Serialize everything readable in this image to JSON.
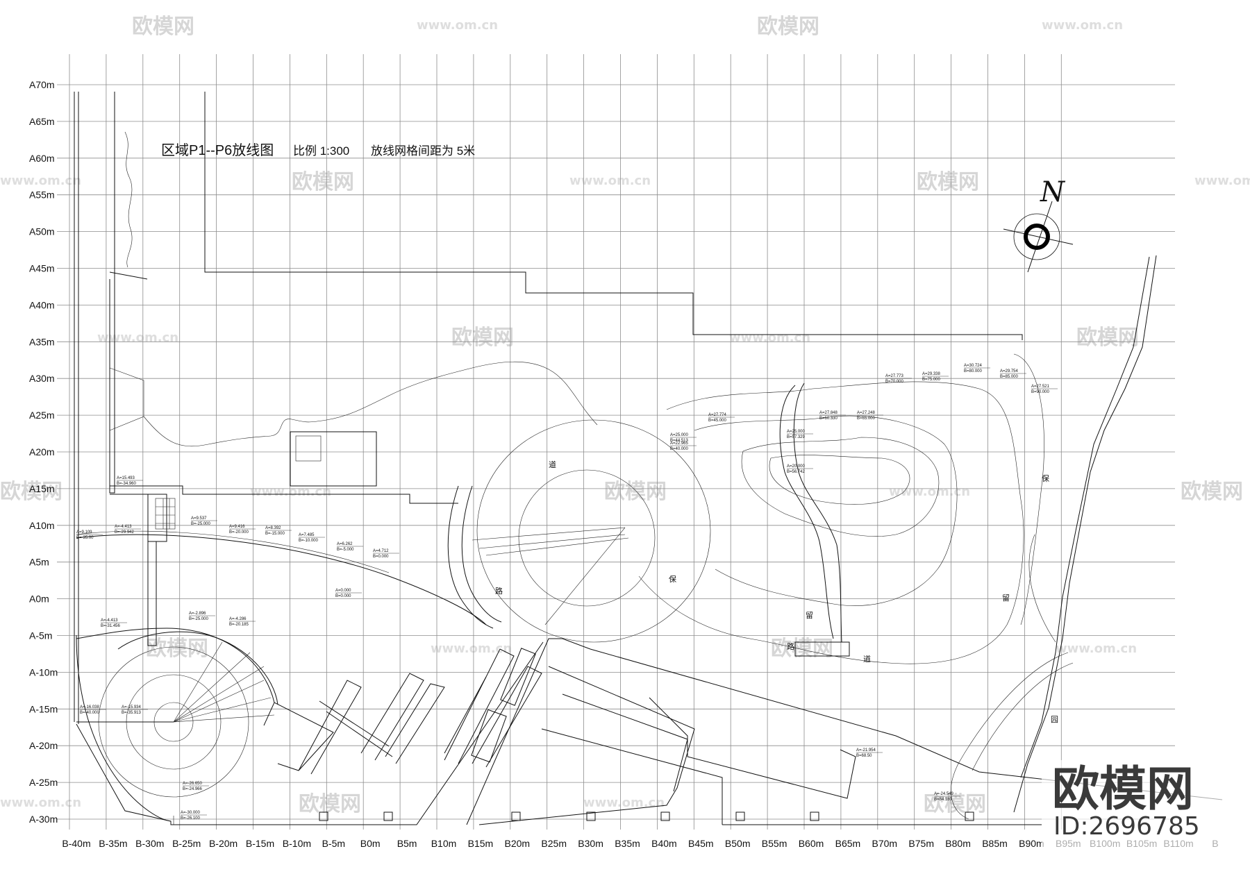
{
  "title": "区域P1--P6放线图",
  "scale": "比例  1:300",
  "grid_note": "放线网格间距为 5米",
  "north_label": "N",
  "row_labels": [
    "A70m",
    "A65m",
    "A60m",
    "A55m",
    "A50m",
    "A45m",
    "A40m",
    "A35m",
    "A30m",
    "A25m",
    "A20m",
    "A15m",
    "A10m",
    "A5m",
    "A0m",
    "A-5m",
    "A-10m",
    "A-15m",
    "A-20m",
    "A-25m",
    "A-30m"
  ],
  "col_labels": [
    "B-40m",
    "B-35m",
    "B-30m",
    "B-25m",
    "B-20m",
    "B-15m",
    "B-10m",
    "B-5m",
    "B0m",
    "B5m",
    "B10m",
    "B15m",
    "B20m",
    "B25m",
    "B30m",
    "B35m",
    "B40m",
    "B45m",
    "B50m",
    "B55m",
    "B60m",
    "B65m",
    "B70m",
    "B75m",
    "B80m",
    "B85m",
    "B90m",
    "B95m",
    "B100m",
    "B105m",
    "B110m",
    "B"
  ],
  "path_chars": [
    "道",
    "路",
    "保",
    "留",
    "路",
    "道",
    "保",
    "留",
    "园"
  ],
  "coordinate_annotations": [
    {
      "a": "A=15.493",
      "b": "B=-34.960"
    },
    {
      "a": "A=9.109",
      "b": "B=-35.00"
    },
    {
      "a": "A=-4.413",
      "b": "B=-29.942"
    },
    {
      "a": "A=9.537",
      "b": "B=-25.000"
    },
    {
      "a": "A=9.416",
      "b": "B=-20.000"
    },
    {
      "a": "A=8.392",
      "b": "B=-15.000"
    },
    {
      "a": "A=7.485",
      "b": "B=-10.000"
    },
    {
      "a": "A=6.262",
      "b": "B=-5.000"
    },
    {
      "a": "A=4.712",
      "b": "B=0.000"
    },
    {
      "a": "A=0.000",
      "b": "B=0.000"
    },
    {
      "a": "A=-2.896",
      "b": "B=-25.000"
    },
    {
      "a": "A=-4.286",
      "b": "B=-20.185"
    },
    {
      "a": "A=-4.413",
      "b": "B=-31.456"
    },
    {
      "a": "A=-16.038",
      "b": "B=-40.000"
    },
    {
      "a": "A=-15.934",
      "b": "B=-35.913"
    },
    {
      "a": "A=-26.650",
      "b": "B=-24.966"
    },
    {
      "a": "A=-30.000",
      "b": "B=-26.100"
    },
    {
      "a": "A=27.773",
      "b": "B=70.000"
    },
    {
      "a": "A=29.338",
      "b": "B=75.000"
    },
    {
      "a": "A=30.724",
      "b": "B=80.000"
    },
    {
      "a": "A=29.754",
      "b": "B=85.000"
    },
    {
      "a": "A=27.521",
      "b": "B=90.000"
    },
    {
      "a": "A=27.248",
      "b": "B=65.000"
    },
    {
      "a": "A=27.848",
      "b": "B=60.330"
    },
    {
      "a": "A=25.000",
      "b": "B=57.329"
    },
    {
      "a": "A=20.000",
      "b": "B=56.742"
    },
    {
      "a": "A=27.774",
      "b": "B=45.000"
    },
    {
      "a": "A=25.000",
      "b": "B=44.513"
    },
    {
      "a": "A=22.965",
      "b": "B=40.000"
    },
    {
      "a": "A=-21.954",
      "b": "B=68.50"
    },
    {
      "a": "A=-24.549",
      "b": "B=84.180"
    }
  ],
  "watermark_logo": "欧模网",
  "watermark_url": "www.om.cn",
  "watermark_big": "欧模网",
  "watermark_id": "ID:2696785"
}
